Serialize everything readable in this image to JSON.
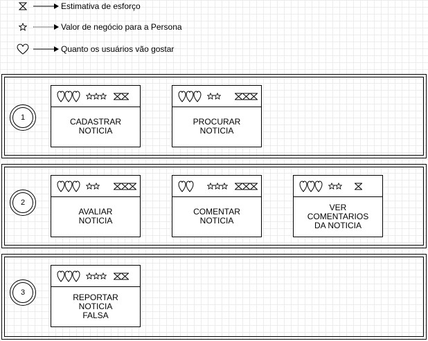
{
  "legend": [
    {
      "icon": "hourglass-icon",
      "label": "Estimativa de esforço"
    },
    {
      "icon": "star-icon",
      "label": "Valor de negócio para a Persona"
    },
    {
      "icon": "heart-icon",
      "label": "Quanto os usuários vão gostar"
    }
  ],
  "lanes": [
    {
      "number": "1",
      "cards": [
        {
          "title": "CADASTRAR\nNOTICIA",
          "hearts": 3,
          "stars": 3,
          "effort": 2
        },
        {
          "title": "PROCURAR\nNOTICIA",
          "hearts": 3,
          "stars": 2,
          "effort": 3
        }
      ]
    },
    {
      "number": "2",
      "cards": [
        {
          "title": "AVALIAR\nNOTICIA",
          "hearts": 3,
          "stars": 2,
          "effort": 3
        },
        {
          "title": "COMENTAR\nNOTICIA",
          "hearts": 2,
          "stars": 3,
          "effort": 3
        },
        {
          "title": "VER\nCOMENTARIOS\nDA NOTICIA",
          "hearts": 3,
          "stars": 2,
          "effort": 1
        }
      ]
    },
    {
      "number": "3",
      "cards": [
        {
          "title": "REPORTAR\nNOTICIA\nFALSA",
          "hearts": 3,
          "stars": 3,
          "effort": 2
        }
      ]
    }
  ]
}
